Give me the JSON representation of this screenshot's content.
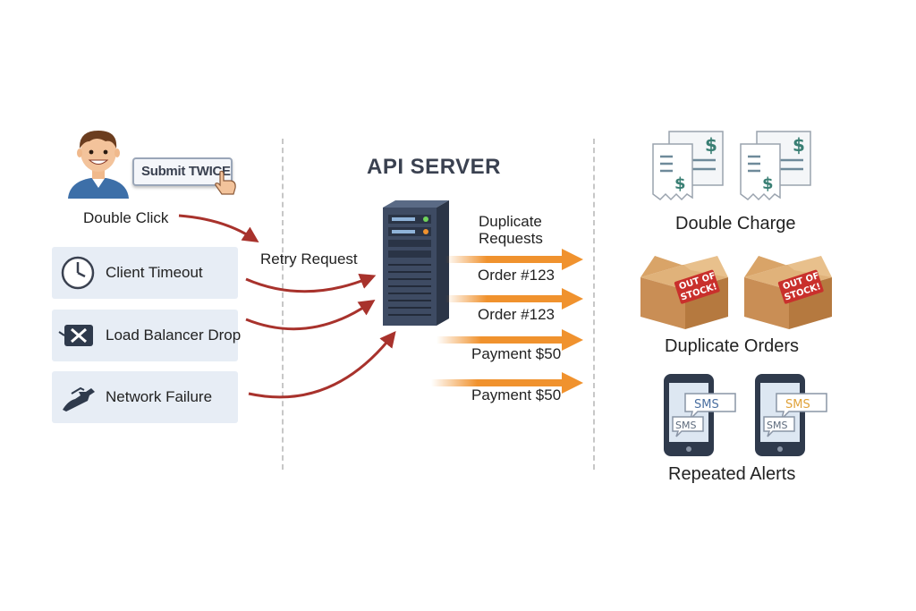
{
  "left": {
    "submit_button": "Submit TWICE",
    "double_click": "Double Click",
    "causes": [
      {
        "label": "Client Timeout",
        "icon": "clock-icon"
      },
      {
        "label": "Load Balancer Drop",
        "icon": "x-box-icon"
      },
      {
        "label": "Network Failure",
        "icon": "broken-cable-icon"
      }
    ],
    "retry_request": "Retry Request"
  },
  "center": {
    "title": "API SERVER",
    "duplicate_requests": "Duplicate\nRequests",
    "requests": [
      "Order #123",
      "Order #123",
      "Payment $50",
      "Payment $50"
    ]
  },
  "right": {
    "effects": [
      {
        "label": "Double Charge",
        "icon": "receipt-icon"
      },
      {
        "label": "Duplicate Orders",
        "icon": "box-icon",
        "stamp": "OUT OF STOCK!"
      },
      {
        "label": "Repeated Alerts",
        "icon": "phone-icon",
        "sms": "SMS"
      }
    ]
  },
  "colors": {
    "red_arrow": "#a8322c",
    "orange_arrow": "#f0922e",
    "cause_bg": "#e7edf5",
    "server": "#3e4b63",
    "title": "#3a4150"
  }
}
